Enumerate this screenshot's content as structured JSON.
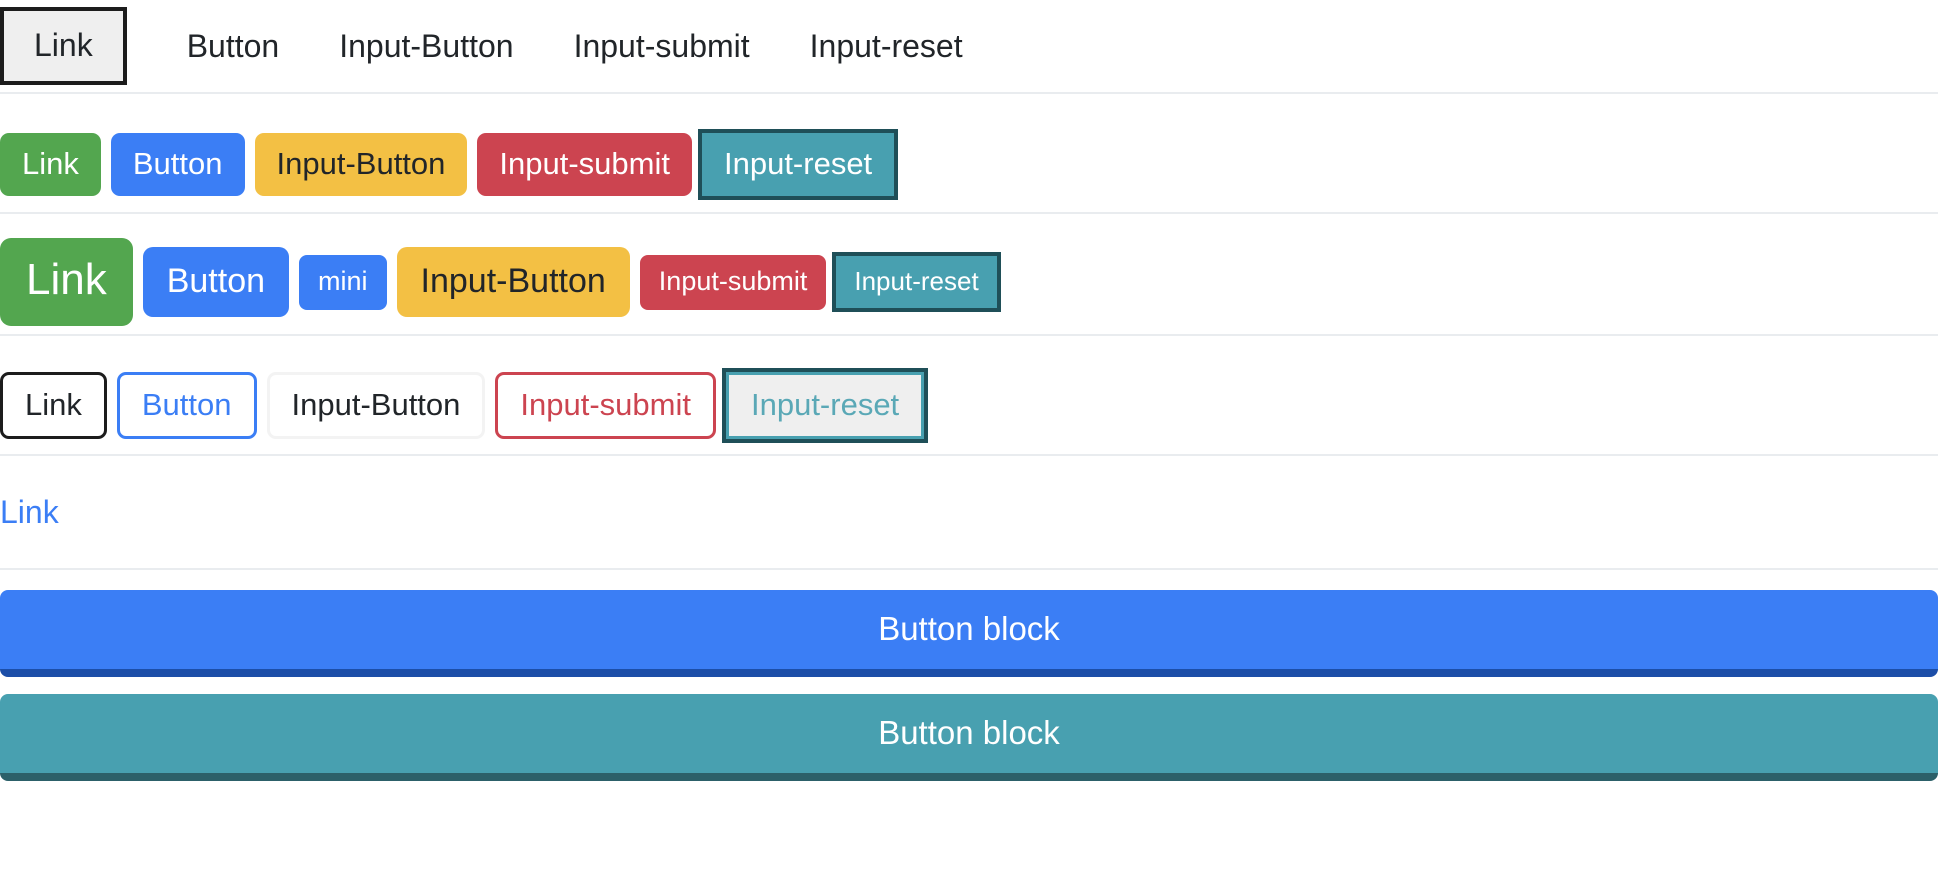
{
  "theme": {
    "green": "#53a64f",
    "blue": "#3b7ef5",
    "yellow": "#f3c044",
    "red": "#cc4450",
    "teal": "#48a0b0",
    "dark": "#1c1c1c",
    "divider": "#e9ecef",
    "page_bg": "#ffffff"
  },
  "rows": {
    "plain": {
      "name": "default-buttons-row",
      "items": [
        {
          "label": "Link",
          "kind": "anchor-default"
        },
        {
          "label": "Button",
          "kind": "button-text"
        },
        {
          "label": "Input-Button",
          "kind": "input-button-text"
        },
        {
          "label": "Input-submit",
          "kind": "input-submit-text"
        },
        {
          "label": "Input-reset",
          "kind": "input-reset-text"
        }
      ]
    },
    "solid": {
      "name": "solid-buttons-row",
      "items": [
        {
          "label": "Link",
          "color": "green",
          "focused": false
        },
        {
          "label": "Button",
          "color": "blue",
          "focused": false
        },
        {
          "label": "Input-Button",
          "color": "yellow",
          "focused": false
        },
        {
          "label": "Input-submit",
          "color": "red",
          "focused": false
        },
        {
          "label": "Input-reset",
          "color": "teal",
          "focused": true
        }
      ]
    },
    "sizes": {
      "name": "sized-buttons-row",
      "items": [
        {
          "label": "Link",
          "color": "green",
          "size": "xl",
          "focused": false
        },
        {
          "label": "Button",
          "color": "blue",
          "size": "lg",
          "focused": false
        },
        {
          "label": "mini",
          "color": "blue",
          "size": "sm",
          "focused": false
        },
        {
          "label": "Input-Button",
          "color": "yellow",
          "size": "lg",
          "focused": false
        },
        {
          "label": "Input-submit",
          "color": "red",
          "size": "sm",
          "focused": false
        },
        {
          "label": "Input-reset",
          "color": "teal",
          "size": "xs",
          "focused": true
        }
      ]
    },
    "outline": {
      "name": "outline-buttons-row",
      "items": [
        {
          "label": "Link",
          "style": "dark",
          "focused": false
        },
        {
          "label": "Button",
          "style": "blue",
          "focused": false
        },
        {
          "label": "Input-Button",
          "style": "light",
          "focused": false
        },
        {
          "label": "Input-submit",
          "style": "red",
          "focused": false
        },
        {
          "label": "Input-reset",
          "style": "teal",
          "focused": true
        }
      ]
    },
    "link": {
      "name": "bare-link-row",
      "label": "Link"
    },
    "blocks": {
      "name": "block-buttons",
      "items": [
        {
          "label": "Button block",
          "color": "blue"
        },
        {
          "label": "Button block",
          "color": "teal"
        }
      ]
    }
  }
}
